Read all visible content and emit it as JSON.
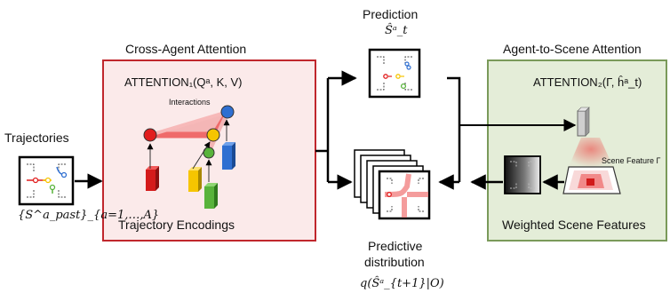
{
  "trajectories": {
    "label": "Trajectories",
    "formula": "{S^a_past}_{a=1,…,A}"
  },
  "cross_agent": {
    "title": "Cross-Agent Attention",
    "attention_formula": "ATTENTION₁(Qᵃ, K, V)",
    "interactions_label": "Interactions",
    "encodings_label": "Trajectory Encodings"
  },
  "prediction": {
    "label": "Prediction",
    "formula": "Ŝᵃ_t"
  },
  "predictive_distribution": {
    "label_line1": "Predictive",
    "label_line2": "distribution",
    "formula": "q(Ŝᵃ_{t+1}|O)"
  },
  "agent_to_scene": {
    "title": "Agent-to-Scene Attention",
    "attention_formula": "ATTENTION₂(Γ, ĥᵃ_t)",
    "scene_feature_label": "Scene Feature Γ",
    "weighted_label": "Weighted Scene Features"
  },
  "colors": {
    "cross_agent_border": "#c0272d",
    "cross_agent_fill": "#fbeaea",
    "scene_border": "#7a9a5a",
    "scene_fill": "#e4edd8",
    "agent_red": "#e11d1d",
    "agent_yellow": "#f6c500",
    "agent_green": "#58b33b",
    "agent_blue": "#2f6fd1"
  }
}
